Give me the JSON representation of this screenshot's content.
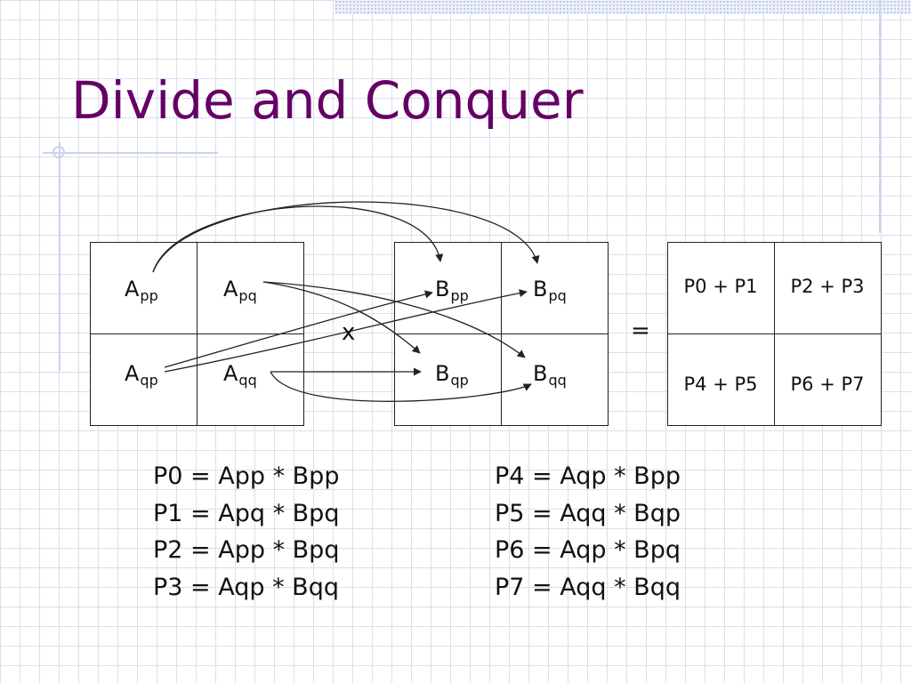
{
  "slide": {
    "title": "Divide and Conquer"
  },
  "matrix_a": {
    "app": {
      "base": "A",
      "sub": "pp"
    },
    "apq": {
      "base": "A",
      "sub": "pq"
    },
    "aqp": {
      "base": "A",
      "sub": "qp"
    },
    "aqq": {
      "base": "A",
      "sub": "qq"
    }
  },
  "matrix_b": {
    "bpp": {
      "base": "B",
      "sub": "pp"
    },
    "bpq": {
      "base": "B",
      "sub": "pq"
    },
    "bqp": {
      "base": "B",
      "sub": "qp"
    },
    "bqq": {
      "base": "B",
      "sub": "qq"
    }
  },
  "operators": {
    "times": "x",
    "equals": "="
  },
  "result_matrix": {
    "top_left": "P0 + P1",
    "top_right": "P2 + P3",
    "bottom_left": "P4 + P5",
    "bottom_right": "P6 + P7"
  },
  "equations": {
    "left": [
      "P0 = App * Bpp",
      "P1 = Apq * Bpq",
      "P2 = App * Bpq",
      "P3 = Aqp * Bqq"
    ],
    "right": [
      "P4 = Aqp * Bpp",
      "P5 = Aqq * Bqp",
      "P6 = Aqp * Bpq",
      "P7 = Aqq * Bqq"
    ]
  },
  "colors": {
    "title": "#660066",
    "grid": "#d9dfee",
    "accent_lines": "#c9d3ea",
    "ink": "#111111"
  }
}
